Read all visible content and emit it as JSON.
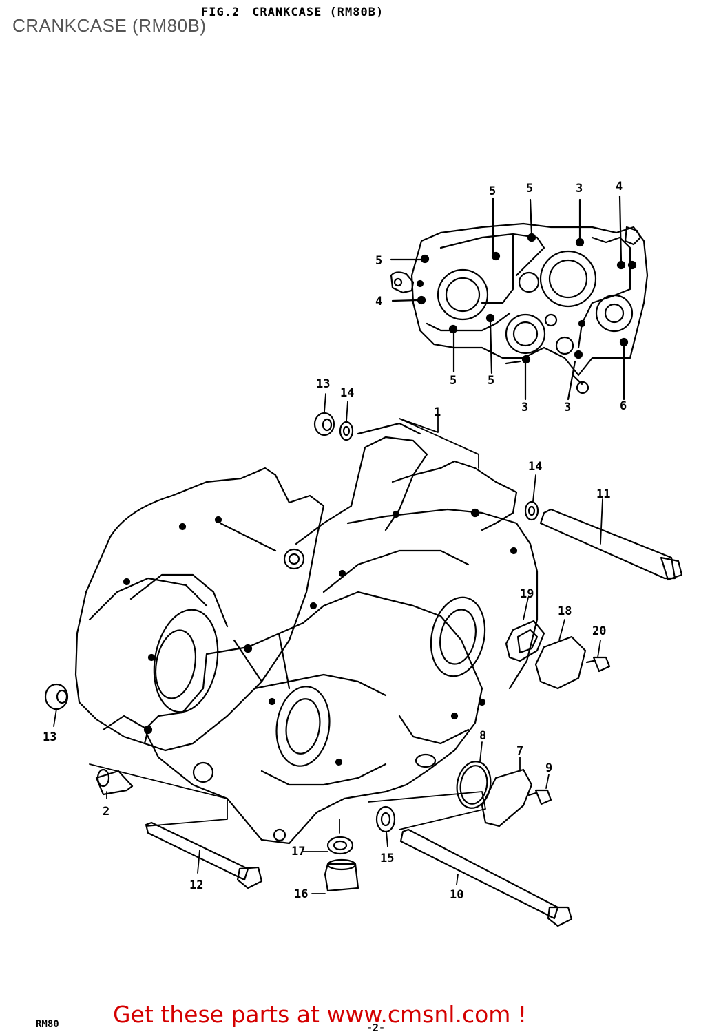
{
  "page": {
    "title": "CRANKCASE (RM80B)"
  },
  "figure": {
    "fig_label": "FIG.2",
    "fig_title": "CRANKCASE (RM80B)",
    "model_code": "RM80",
    "page_number": "-2-"
  },
  "callouts": [
    "1",
    "2",
    "3",
    "4",
    "5",
    "6",
    "7",
    "8",
    "9",
    "10",
    "11",
    "12",
    "13",
    "14",
    "15",
    "16",
    "17",
    "18",
    "19",
    "20"
  ],
  "cta": {
    "text": "Get these parts at www.cmsnl.com !",
    "color": "#d40000"
  }
}
